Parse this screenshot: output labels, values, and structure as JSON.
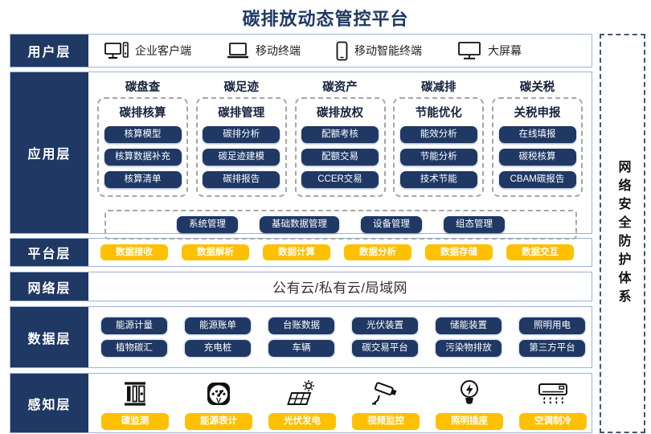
{
  "title": "碳排放动态管控平台",
  "security": {
    "label": "网络安全防护体系"
  },
  "user_layer": {
    "label": "用户层",
    "items": [
      {
        "icon": "desktop-pc-icon",
        "label": "企业客户端"
      },
      {
        "icon": "laptop-icon",
        "label": "移动终端"
      },
      {
        "icon": "smartphone-icon",
        "label": "移动智能终端"
      },
      {
        "icon": "big-screen-icon",
        "label": "大屏幕"
      }
    ]
  },
  "app_layer": {
    "label": "应用层",
    "columns": [
      {
        "header": "碳盘查",
        "subheader": "碳排核算",
        "buttons": [
          "核算模型",
          "核算数据补充",
          "核算清单"
        ]
      },
      {
        "header": "碳足迹",
        "subheader": "碳排管理",
        "buttons": [
          "碳排分析",
          "碳足迹建模",
          "碳排报告"
        ]
      },
      {
        "header": "碳资产",
        "subheader": "碳排放权",
        "buttons": [
          "配额考核",
          "配额交易",
          "CCER交易"
        ]
      },
      {
        "header": "碳减排",
        "subheader": "节能优化",
        "buttons": [
          "能效分析",
          "节能分析",
          "技术节能"
        ]
      },
      {
        "header": "碳关税",
        "subheader": "关税申报",
        "buttons": [
          "在线填报",
          "碳税核算",
          "CBAM碳报告"
        ]
      }
    ],
    "management_buttons": [
      "系统管理",
      "基础数据管理",
      "设备管理",
      "组态管理"
    ]
  },
  "platform_layer": {
    "label": "平台层",
    "buttons": [
      "数据接收",
      "数据解析",
      "数据计算",
      "数据分析",
      "数据存储",
      "数据交互"
    ]
  },
  "network_layer": {
    "label": "网络层",
    "text": "公有云/私有云/局域网"
  },
  "data_layer": {
    "label": "数据层",
    "row1": [
      "能源计量",
      "能源账单",
      "台账数据",
      "光伏装置",
      "储能装置",
      "照明用电"
    ],
    "row2": [
      "植物碳汇",
      "充电桩",
      "车辆",
      "碳交易平台",
      "污染物排放",
      "第三方平台"
    ]
  },
  "sense_layer": {
    "label": "感知层",
    "items": [
      {
        "icon": "carbon-monitor-icon",
        "label": "碳监测"
      },
      {
        "icon": "energy-meter-icon",
        "label": "能源表计"
      },
      {
        "icon": "solar-power-icon",
        "label": "光伏发电"
      },
      {
        "icon": "cctv-camera-icon",
        "label": "视频监控"
      },
      {
        "icon": "light-bulb-icon",
        "label": "照明插座"
      },
      {
        "icon": "air-conditioner-icon",
        "label": "空调制冷"
      }
    ]
  },
  "colors": {
    "navy": "#1F3864",
    "gold": "#FFC000",
    "row_border": "#9DB3D4",
    "dashed_gray": "#A6A6A6"
  }
}
